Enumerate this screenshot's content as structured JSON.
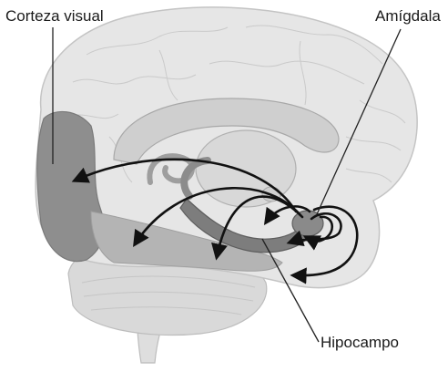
{
  "labels": {
    "visual_cortex": "Corteza visual",
    "amygdala": "Amígdala",
    "hippocampus": "Hipocampo"
  },
  "colors": {
    "brain_fill": "#e6e6e6",
    "brain_outline": "#c4c4c4",
    "visual_cortex_fill": "#8e8e8e",
    "temporal_fill": "#b4b4b4",
    "hippocampus_fill": "#7d7d7d",
    "amygdala_fill": "#8a8a8a",
    "arrow": "#111111",
    "leader_line": "#222222"
  }
}
